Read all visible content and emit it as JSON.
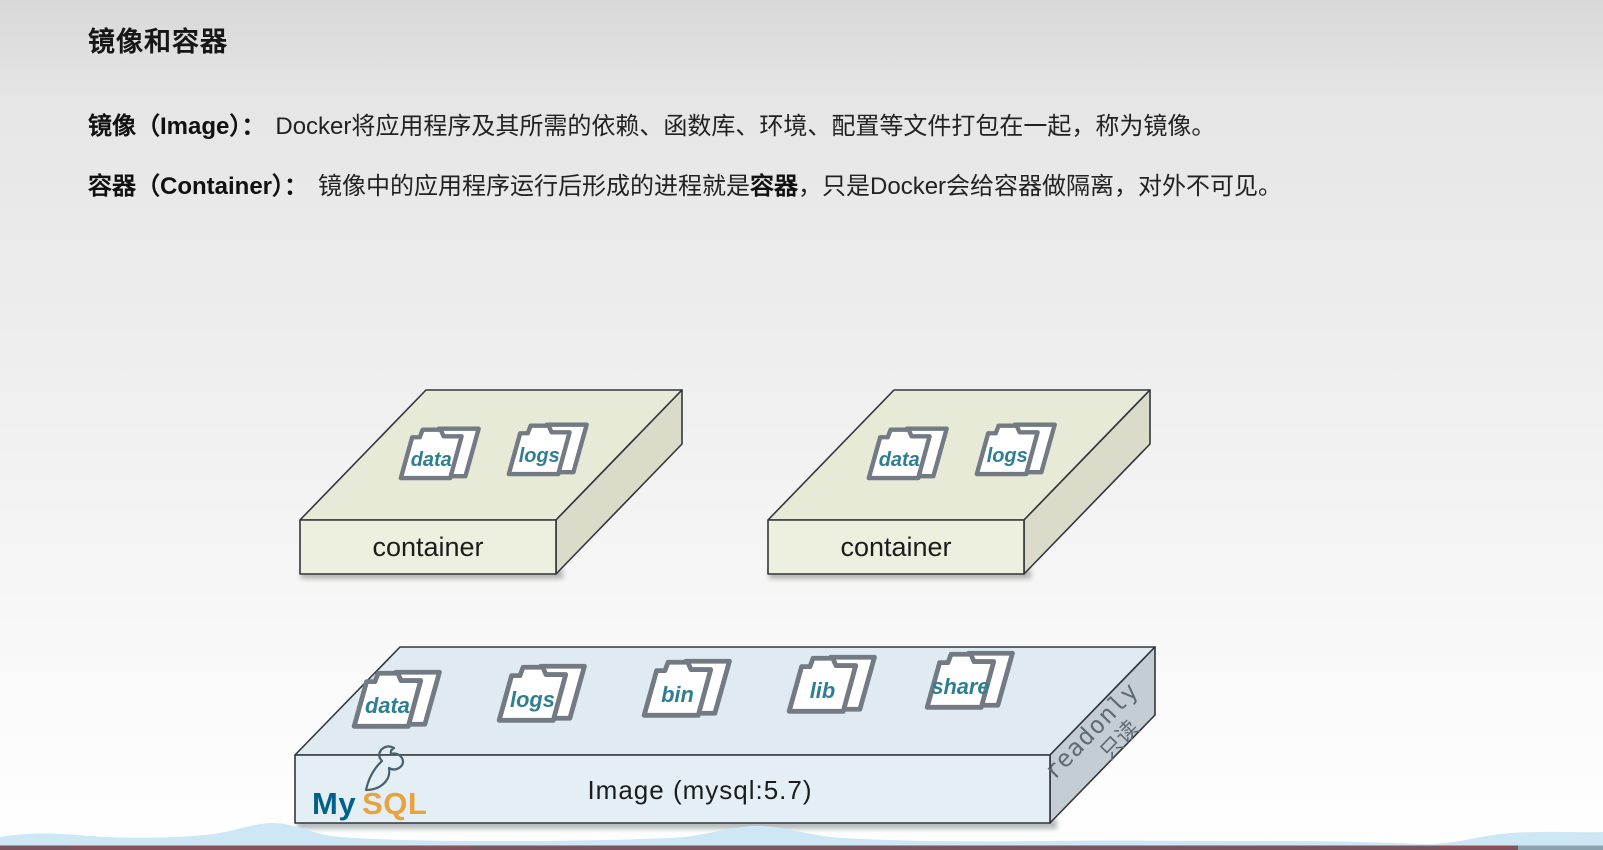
{
  "page": {
    "title": "镜像和容器",
    "definitions": {
      "image": {
        "term": "镜像（Image）：",
        "text": "Docker将应用程序及其所需的依赖、函数库、环境、配置等文件打包在一起，称为镜像。"
      },
      "container": {
        "term": "容器（Container）：",
        "text_before": "镜像中的应用程序运行后形成的进程就是",
        "bold_word": "容器",
        "text_after": "，只是Docker会给容器做隔离，对外不可见。"
      }
    }
  },
  "diagram": {
    "containers": [
      {
        "label": "container",
        "folders": [
          "data",
          "logs"
        ]
      },
      {
        "label": "container",
        "folders": [
          "data",
          "logs"
        ]
      }
    ],
    "image": {
      "label": "Image (mysql:5.7)",
      "folders": [
        "data",
        "logs",
        "bin",
        "lib",
        "share"
      ],
      "readonly_en": "readonly",
      "readonly_zh": "只读",
      "logo_my": "My",
      "logo_sql": "SQL"
    },
    "colors": {
      "container_top": "#e7ead6",
      "container_front": "#edefdf",
      "container_side": "#dadcc9",
      "image_top": "#dfeaf1",
      "image_front": "#e4eef5",
      "image_side": "#c4cdd3",
      "folder_text": "#2e7f91",
      "folder_stroke": "#737a84",
      "mysql_blue": "#00618a",
      "mysql_orange": "#e8a33c",
      "readonly_text": "#5d6b75",
      "wave": "#cde7f5",
      "bar_maroon": "#7b5560",
      "bar_red": "#b24848",
      "bar_teal": "#8aa3ac"
    }
  }
}
